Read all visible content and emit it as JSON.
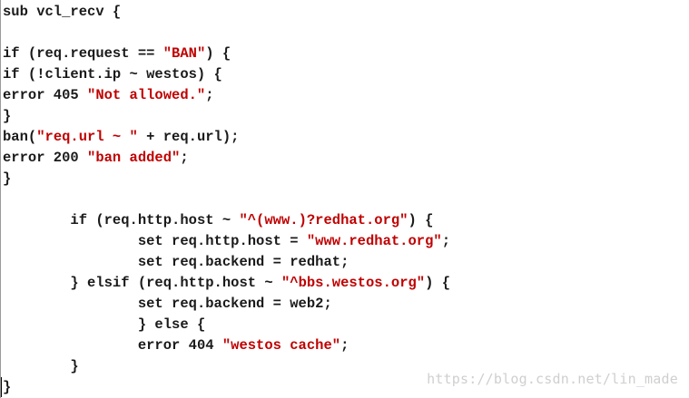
{
  "lines": [
    {
      "indent": "",
      "tokens": [
        {
          "t": "text",
          "v": "sub vcl_recv {"
        }
      ]
    },
    {
      "indent": "",
      "tokens": []
    },
    {
      "indent": "",
      "tokens": [
        {
          "t": "text",
          "v": "if (req.request == "
        },
        {
          "t": "str",
          "v": "\"BAN\""
        },
        {
          "t": "text",
          "v": ") {"
        }
      ]
    },
    {
      "indent": "",
      "tokens": [
        {
          "t": "text",
          "v": "if (!client.ip ~ westos) {"
        }
      ]
    },
    {
      "indent": "",
      "tokens": [
        {
          "t": "text",
          "v": "error 405 "
        },
        {
          "t": "str",
          "v": "\"Not allowed.\""
        },
        {
          "t": "text",
          "v": ";"
        }
      ]
    },
    {
      "indent": "",
      "tokens": [
        {
          "t": "text",
          "v": "}"
        }
      ]
    },
    {
      "indent": "",
      "tokens": [
        {
          "t": "text",
          "v": "ban("
        },
        {
          "t": "str",
          "v": "\"req.url ~ \""
        },
        {
          "t": "text",
          "v": " + req.url);"
        }
      ]
    },
    {
      "indent": "",
      "tokens": [
        {
          "t": "text",
          "v": "error 200 "
        },
        {
          "t": "str",
          "v": "\"ban added\""
        },
        {
          "t": "text",
          "v": ";"
        }
      ]
    },
    {
      "indent": "",
      "tokens": [
        {
          "t": "text",
          "v": "}"
        }
      ]
    },
    {
      "indent": "",
      "tokens": []
    },
    {
      "indent": "        ",
      "tokens": [
        {
          "t": "text",
          "v": "if (req.http.host ~ "
        },
        {
          "t": "str",
          "v": "\"^(www.)?redhat.org\""
        },
        {
          "t": "text",
          "v": ") {"
        }
      ]
    },
    {
      "indent": "                ",
      "tokens": [
        {
          "t": "text",
          "v": "set req.http.host = "
        },
        {
          "t": "str",
          "v": "\"www.redhat.org\""
        },
        {
          "t": "text",
          "v": ";"
        }
      ]
    },
    {
      "indent": "                ",
      "tokens": [
        {
          "t": "text",
          "v": "set req.backend = redhat;"
        }
      ]
    },
    {
      "indent": "        ",
      "tokens": [
        {
          "t": "text",
          "v": "} elsif (req.http.host ~ "
        },
        {
          "t": "str",
          "v": "\"^bbs.westos.org\""
        },
        {
          "t": "text",
          "v": ") {"
        }
      ]
    },
    {
      "indent": "                ",
      "tokens": [
        {
          "t": "text",
          "v": "set req.backend = web2;"
        }
      ]
    },
    {
      "indent": "                ",
      "tokens": [
        {
          "t": "text",
          "v": "} else {"
        }
      ]
    },
    {
      "indent": "                ",
      "tokens": [
        {
          "t": "text",
          "v": "error 404 "
        },
        {
          "t": "str",
          "v": "\"westos cache\""
        },
        {
          "t": "text",
          "v": ";"
        }
      ]
    },
    {
      "indent": "        ",
      "tokens": [
        {
          "t": "text",
          "v": "}"
        }
      ]
    },
    {
      "indent": "",
      "tokens": [
        {
          "t": "text",
          "v": "}"
        }
      ]
    }
  ],
  "watermark": "https://blog.csdn.net/lin_made",
  "colors": {
    "text": "#1a1a1a",
    "string": "#c00000",
    "background": "#ffffff",
    "watermark": "#cfcfcf"
  }
}
